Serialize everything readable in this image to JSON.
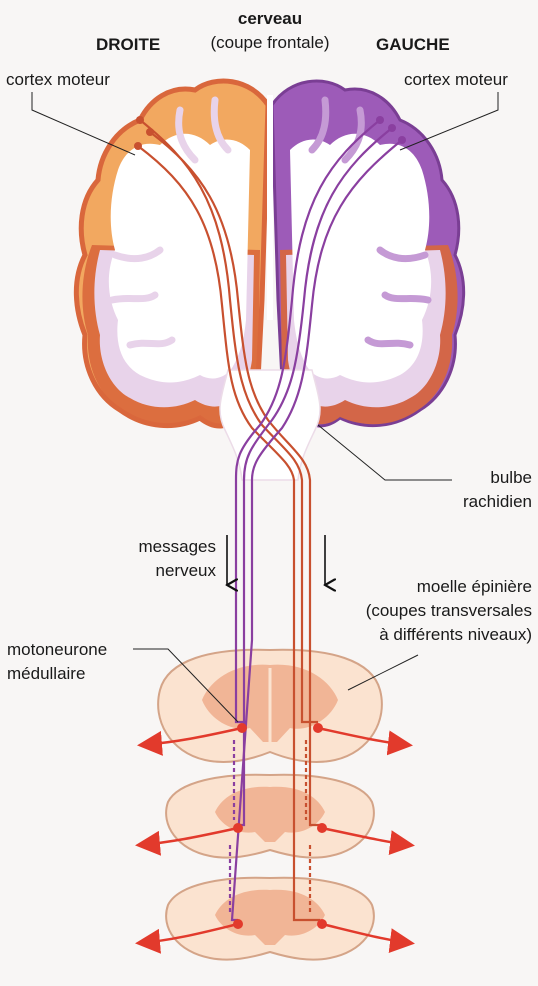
{
  "title": {
    "main": "cerveau",
    "sub": "(coupe frontale)"
  },
  "sides": {
    "right_side": "DROITE",
    "left_side": "GAUCHE"
  },
  "labels": {
    "motor_cortex_right": "cortex moteur",
    "motor_cortex_left": "cortex moteur",
    "medulla_line1": "bulbe",
    "medulla_line2": "rachidien",
    "messages_line1": "messages",
    "messages_line2": "nerveux",
    "spinal_line1": "moelle épinière",
    "spinal_line2": "(coupes transversales",
    "spinal_line3": "à différents niveaux)",
    "motoneuron_line1": "motoneurone",
    "motoneuron_line2": "médullaire"
  },
  "colors": {
    "cortex_orange": "#f2a860",
    "cortex_outline": "#d9673c",
    "cortex_purple": "#9d5bb8",
    "white_matter": "#ffffff",
    "light_purple": "#e8d3ea",
    "path_red": "#c8502f",
    "path_purple": "#8a3fa0",
    "spinal_fill": "#fbe3d0",
    "spinal_gray": "#f1b596",
    "arrow_red": "#e23a2c"
  }
}
